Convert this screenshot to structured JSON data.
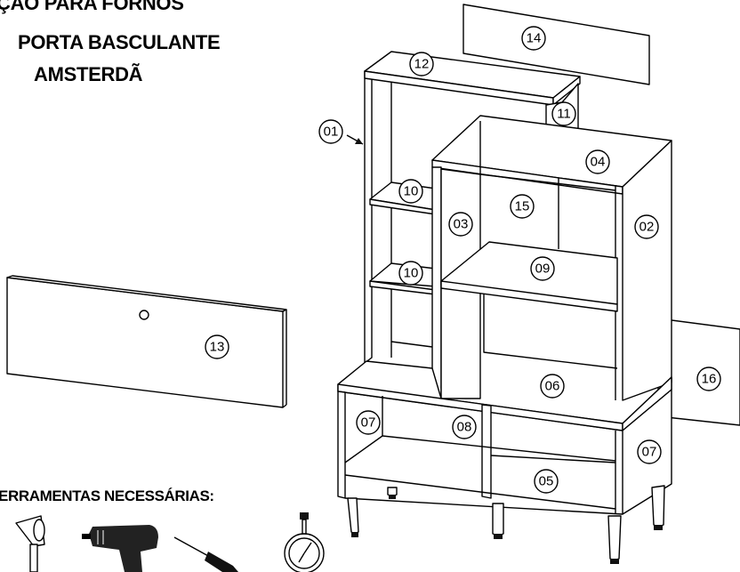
{
  "title": {
    "line1": "ÇÃO  PARA FORNOS",
    "line2": "PORTA BASCULANTE",
    "line3": "AMSTERDÃ"
  },
  "tools": {
    "heading": "ERRAMENTAS NECESSÁRIAS:",
    "icons": [
      "hammer-icon",
      "drill-icon",
      "screwdriver-icon",
      "stopwatch-icon"
    ]
  },
  "parts": [
    {
      "id": "01",
      "label": "01"
    },
    {
      "id": "02",
      "label": "02"
    },
    {
      "id": "03",
      "label": "03"
    },
    {
      "id": "04",
      "label": "04"
    },
    {
      "id": "05",
      "label": "05"
    },
    {
      "id": "06",
      "label": "06"
    },
    {
      "id": "07a",
      "label": "07"
    },
    {
      "id": "07b",
      "label": "07"
    },
    {
      "id": "08",
      "label": "08"
    },
    {
      "id": "09",
      "label": "09"
    },
    {
      "id": "10a",
      "label": "10"
    },
    {
      "id": "10b",
      "label": "10"
    },
    {
      "id": "11",
      "label": "11"
    },
    {
      "id": "12",
      "label": "12"
    },
    {
      "id": "13",
      "label": "13"
    },
    {
      "id": "14",
      "label": "14"
    },
    {
      "id": "15",
      "label": "15"
    },
    {
      "id": "16",
      "label": "16"
    }
  ]
}
